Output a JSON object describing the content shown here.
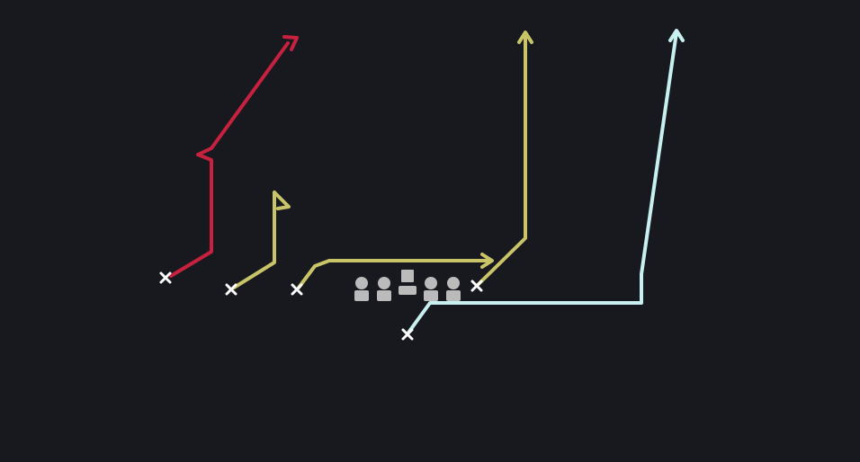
{
  "play": {
    "colors": {
      "background": "#17191f",
      "red_route": "#c8213f",
      "yellow_route": "#c9c467",
      "cyan_route": "#c9f0f0",
      "player_marker": "#ffffff",
      "lineman": "#d8d8d8"
    },
    "routes": [
      {
        "name": "red-route",
        "color": "red_route",
        "type": "double-move-post",
        "end": "arrow"
      },
      {
        "name": "yellow-short-route",
        "color": "yellow_route",
        "type": "hitch",
        "end": "flag"
      },
      {
        "name": "yellow-drag-route",
        "color": "yellow_route",
        "type": "drag",
        "end": "arrow"
      },
      {
        "name": "yellow-vertical-route",
        "color": "yellow_route",
        "type": "vertical",
        "end": "arrow"
      },
      {
        "name": "cyan-wheel-route",
        "color": "cyan_route",
        "type": "wheel",
        "end": "arrow"
      }
    ],
    "skill_players": 5,
    "linemen": 5
  }
}
